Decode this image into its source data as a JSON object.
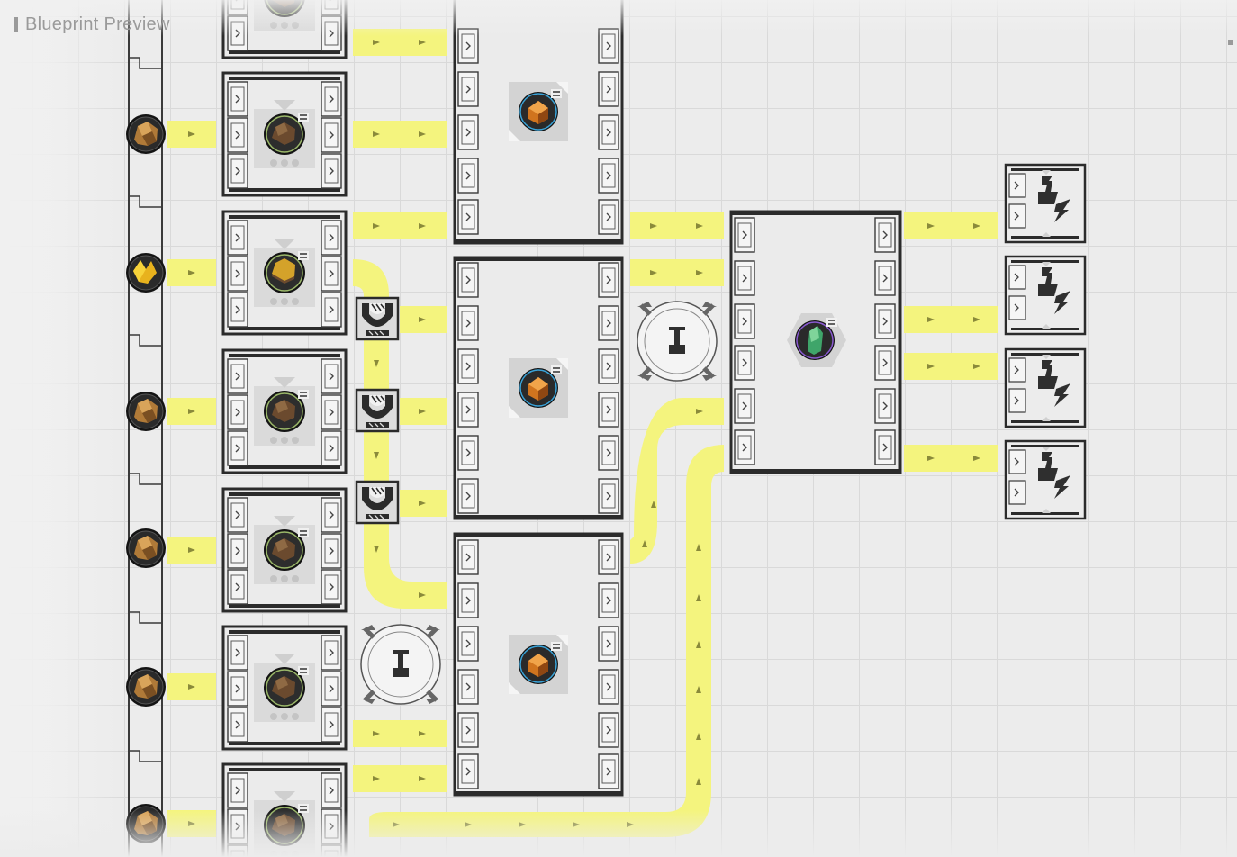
{
  "window": {
    "title": "Blueprint Preview"
  },
  "colors": {
    "belt": "#f4f47e",
    "belt_arrow": "#8a8a3a",
    "frame": "#2b2b2b",
    "module_fill": "#ebebeb",
    "port_fill": "#f5f5f5",
    "grid": "#d9d9d9",
    "ore_node_ring": "#111111",
    "sync_badge": "#444444"
  },
  "icons": {
    "ore_rock": "ore-rock-icon",
    "gold_ore": "gold-ore-icon",
    "yellow_crystal": "yellow-crystal-icon",
    "ingot_cube": "ingot-cube-icon",
    "green_gem": "green-gem-icon",
    "splitter": "belt-splitter-icon",
    "storage_depot": "storage-depot-icon",
    "power_pylon": "power-pylon-icon",
    "sync": "sync-arrows-icon"
  },
  "legend": {
    "miners": "ore-extractor",
    "refiners": "refining-unit",
    "smelters": "smelting-unit",
    "assembler": "assembly-unit",
    "pylons": "power-pylon"
  }
}
